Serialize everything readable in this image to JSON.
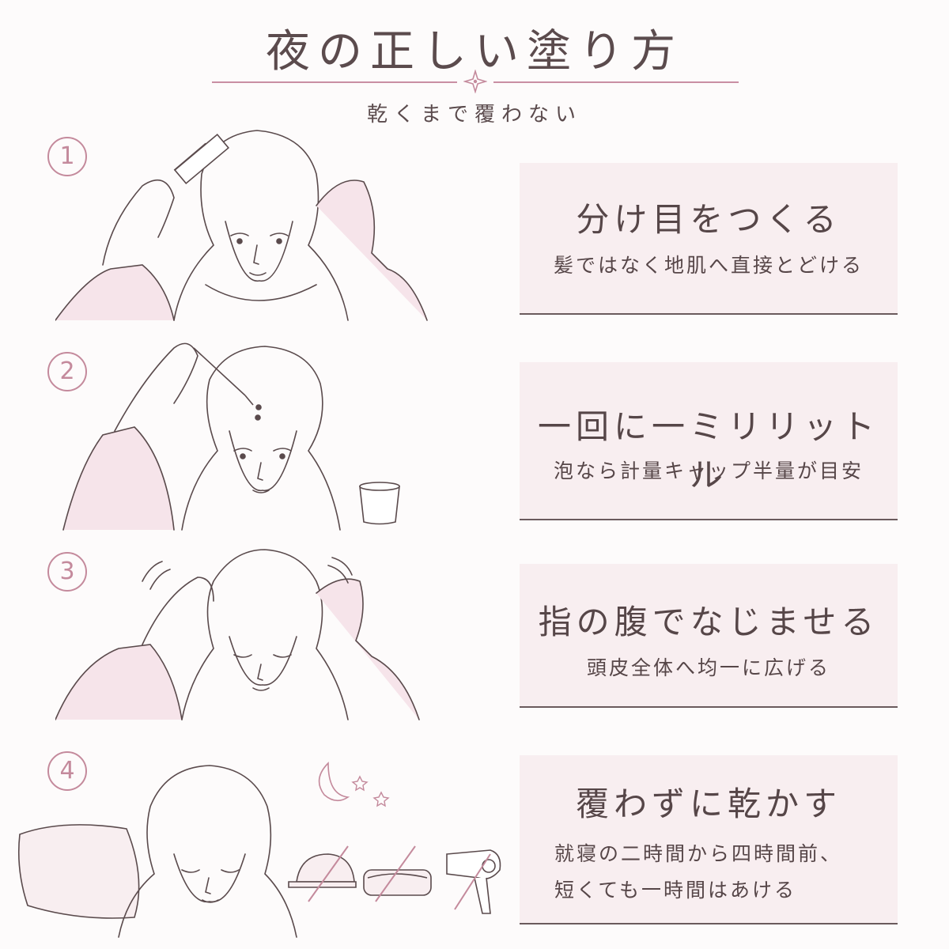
{
  "header": {
    "title": "夜の正しい塗り方",
    "subtitle": "乾くまで覆わない"
  },
  "steps": [
    {
      "number": "1",
      "heading": "分け目をつくる",
      "desc": "髪ではなく地肌へ直接とどける"
    },
    {
      "number": "2",
      "heading": "一回に一ミリリットル",
      "desc": "泡なら計量キャップ半量が目安"
    },
    {
      "number": "3",
      "heading": "指の腹でなじませる",
      "desc": "頭皮全体へ均一に広げる"
    },
    {
      "number": "4",
      "heading": "覆わずに乾かす",
      "desc_line1": "就寝の二時間から四時間前、",
      "desc_line2": "短くても一時間はあける"
    }
  ],
  "colors": {
    "accent": "#c48a9c",
    "card_bg": "#f8eef0",
    "text": "#564648",
    "line": "#6a5a5c"
  },
  "icons": [
    "sparkle-icon",
    "comb-icon",
    "dropper-icon",
    "cup-icon",
    "moon-icon",
    "star-icon",
    "pillow-icon",
    "cap-icon",
    "towel-icon",
    "hair-dryer-icon"
  ]
}
